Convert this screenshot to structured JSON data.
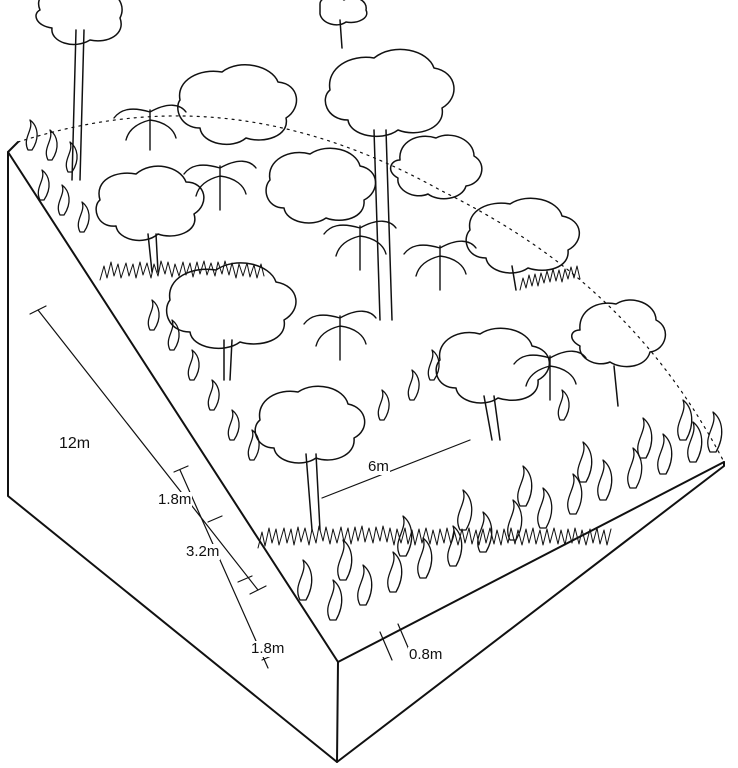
{
  "dimensions": {
    "slope_length": "12m",
    "hedge_spacing": "6m",
    "strip_top": "1.8m",
    "strip_middle": "3.2m",
    "strip_bottom": "1.8m",
    "row_spacing": "0.8m"
  },
  "colors": {
    "ink": "#111111",
    "paper": "#ffffff"
  },
  "icons": [
    "tree-icon",
    "banana-plant-icon",
    "crop-plant-icon",
    "grass-strip-icon"
  ]
}
